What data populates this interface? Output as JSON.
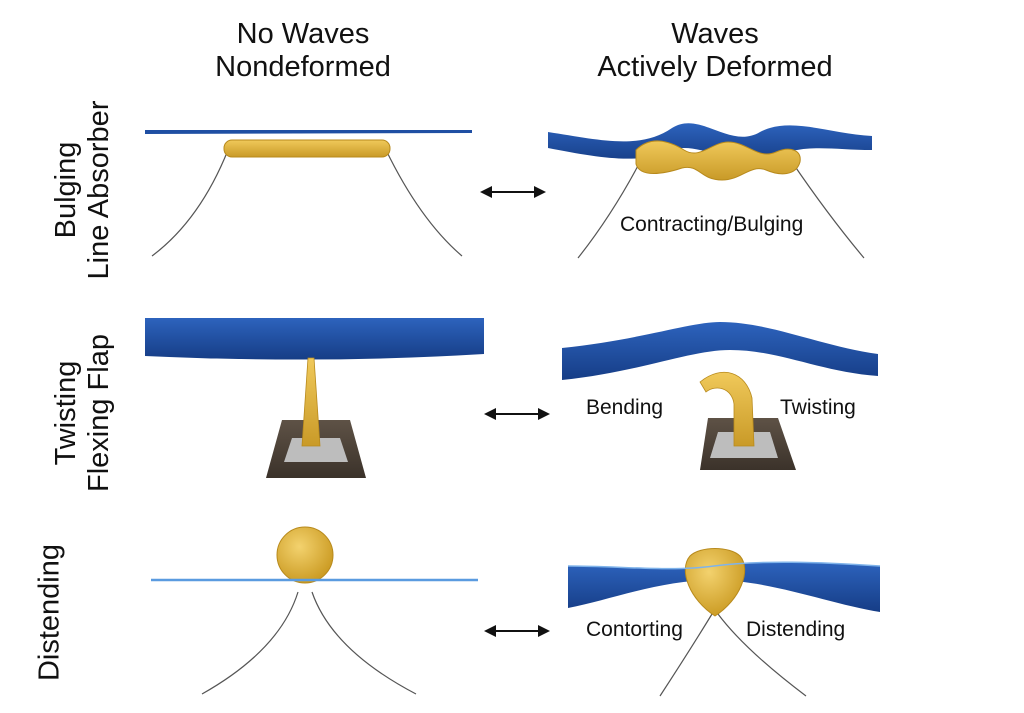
{
  "columns": {
    "left": {
      "line1": "No Waves",
      "line2": "Nondeformed"
    },
    "right": {
      "line1": "Waves",
      "line2": "Actively Deformed"
    }
  },
  "rows": [
    {
      "line1": "Bulging",
      "line2": "Line Absorber",
      "labels": [
        "Contracting/Bulging"
      ]
    },
    {
      "line1": "Twisting",
      "line2": "Flexing Flap",
      "labels": [
        "Bending",
        "Twisting"
      ]
    },
    {
      "line1": "Distending",
      "line2": "",
      "labels": [
        "Contorting",
        "Distending"
      ]
    }
  ],
  "arrow_symbol": "double-headed-arrow",
  "colors": {
    "water": "#1f4fa3",
    "water_light": "#5a9be0",
    "device": "#e3b640",
    "device_edge": "#b88a1c",
    "mooring": "#555555",
    "base": "#6b5a48"
  }
}
